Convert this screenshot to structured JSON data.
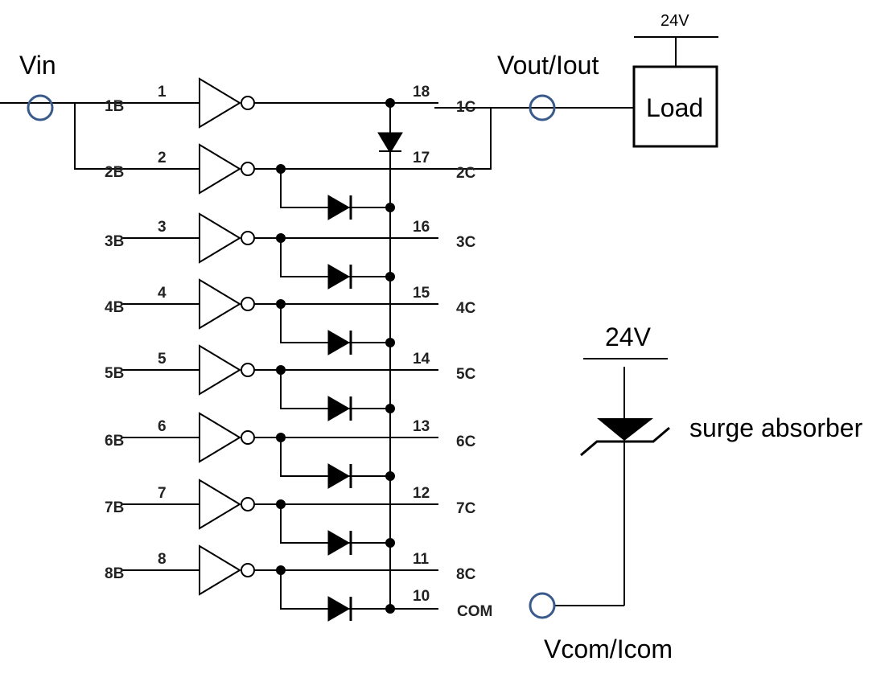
{
  "labels": {
    "vin": "Vin",
    "vout": "Vout/Iout",
    "vcom": "Vcom/Icom",
    "load": "Load",
    "supply_top": "24V",
    "supply_surge": "24V",
    "surge": "surge absorber"
  },
  "channels": [
    {
      "in_pin": "1",
      "in_name": "1B",
      "out_pin": "18",
      "out_name": "1C"
    },
    {
      "in_pin": "2",
      "in_name": "2B",
      "out_pin": "17",
      "out_name": "2C"
    },
    {
      "in_pin": "3",
      "in_name": "3B",
      "out_pin": "16",
      "out_name": "3C"
    },
    {
      "in_pin": "4",
      "in_name": "4B",
      "out_pin": "15",
      "out_name": "4C"
    },
    {
      "in_pin": "5",
      "in_name": "5B",
      "out_pin": "14",
      "out_name": "5C"
    },
    {
      "in_pin": "6",
      "in_name": "6B",
      "out_pin": "13",
      "out_name": "6C"
    },
    {
      "in_pin": "7",
      "in_name": "7B",
      "out_pin": "12",
      "out_name": "7C"
    },
    {
      "in_pin": "8",
      "in_name": "8B",
      "out_pin": "11",
      "out_name": "8C"
    }
  ],
  "com": {
    "pin": "10",
    "name": "COM"
  },
  "colors": {
    "probe": "#3a5a8c",
    "wire": "#000000"
  }
}
